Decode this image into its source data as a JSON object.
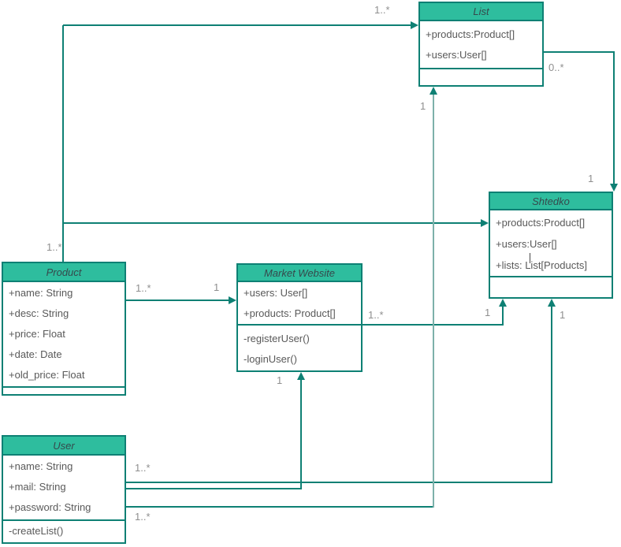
{
  "diagram": {
    "colors": {
      "line": "#0e8074",
      "light_line": "#7db0aa",
      "header_fill": "#2ebd9e",
      "header_text": "#36494c",
      "body_text": "#595959",
      "multiplicity_text": "#8f8f8f"
    },
    "classes": [
      {
        "title": "List",
        "attributes": [
          "+products:Product[]",
          "+users:User[]"
        ],
        "methods": []
      },
      {
        "title": "Shtedko",
        "attributes": [
          "+products:Product[]",
          "+users:User[]",
          "+lists: List[Products]"
        ],
        "methods": []
      },
      {
        "title": "Product",
        "attributes": [
          "+name: String",
          "+desc: String",
          "+price: Float",
          "+date: Date",
          "+old_price: Float"
        ],
        "methods": []
      },
      {
        "title": "Market Website",
        "attributes": [
          "+users: User[]",
          "+products: Product[]"
        ],
        "methods": [
          "-registerUser()",
          "-loginUser()"
        ]
      },
      {
        "title": "User",
        "attributes": [
          "+name: String",
          "+mail: String",
          "+password: String"
        ],
        "methods": [
          "-createList()"
        ]
      }
    ],
    "multiplicities": [
      {
        "text": "1..*"
      },
      {
        "text": "0..*"
      },
      {
        "text": "1"
      },
      {
        "text": "1"
      },
      {
        "text": "1..*"
      },
      {
        "text": "1..*"
      },
      {
        "text": "1"
      },
      {
        "text": "1..*"
      },
      {
        "text": "1"
      },
      {
        "text": "1"
      },
      {
        "text": "1"
      },
      {
        "text": "1..*"
      },
      {
        "text": "1..*"
      }
    ]
  }
}
